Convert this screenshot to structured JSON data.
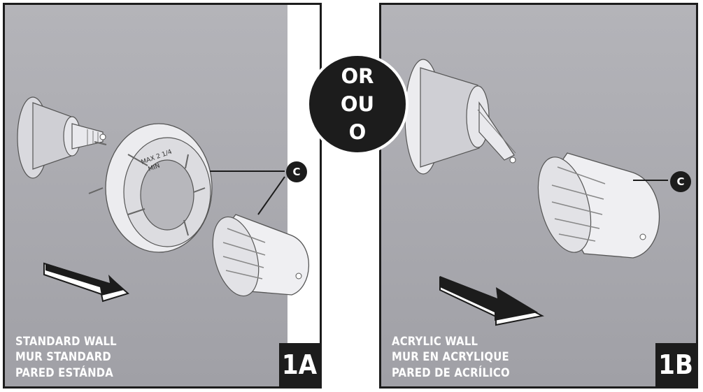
{
  "colors": {
    "wall_gray": "#a5a5ab",
    "badge_black": "#1c1c1c",
    "text_white": "#ffffff",
    "part_white": "#f4f4f6"
  },
  "panel_a": {
    "title_lines": [
      "STANDARD WALL",
      "MUR STANDARD",
      "PARED ESTÁNDA"
    ],
    "step_label": "1A",
    "callout_label": "C",
    "spacer_text_lines": [
      "MAX 2 1/4",
      "MIN"
    ]
  },
  "panel_b": {
    "title_lines": [
      "ACRYLIC WALL",
      "MUR EN ACRYLIQUE",
      "PARED DE ACRÍLICO"
    ],
    "step_label": "1B",
    "callout_label": "C"
  },
  "or_badge": {
    "lines": [
      "OR",
      "OU",
      "O"
    ]
  },
  "icons": {
    "direction_arrow": "arrow-right-down-icon",
    "valve": "valve-cartridge-icon",
    "handle": "knob-handle-icon",
    "spacer": "spacer-ring-icon"
  }
}
